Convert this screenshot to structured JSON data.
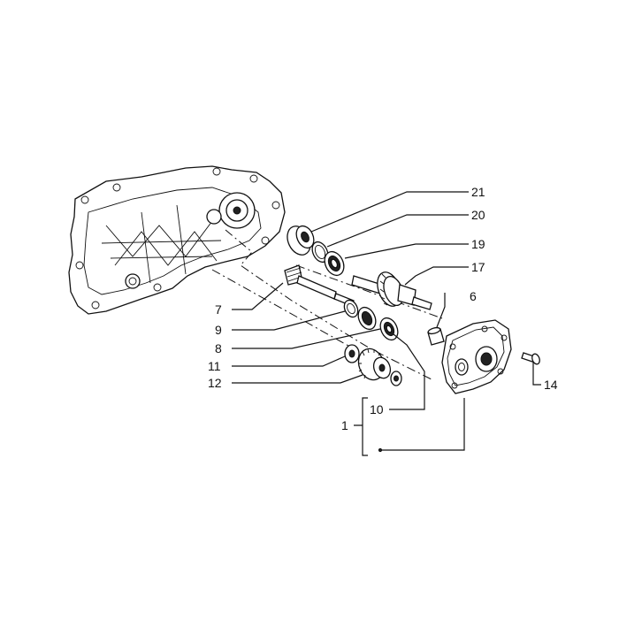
{
  "callouts": {
    "c21": "21",
    "c20": "20",
    "c19": "19",
    "c17": "17",
    "c6": "6",
    "c7": "7",
    "c9": "9",
    "c8": "8",
    "c11": "11",
    "c12": "12",
    "c10": "10",
    "c14": "14",
    "c1": "1"
  }
}
